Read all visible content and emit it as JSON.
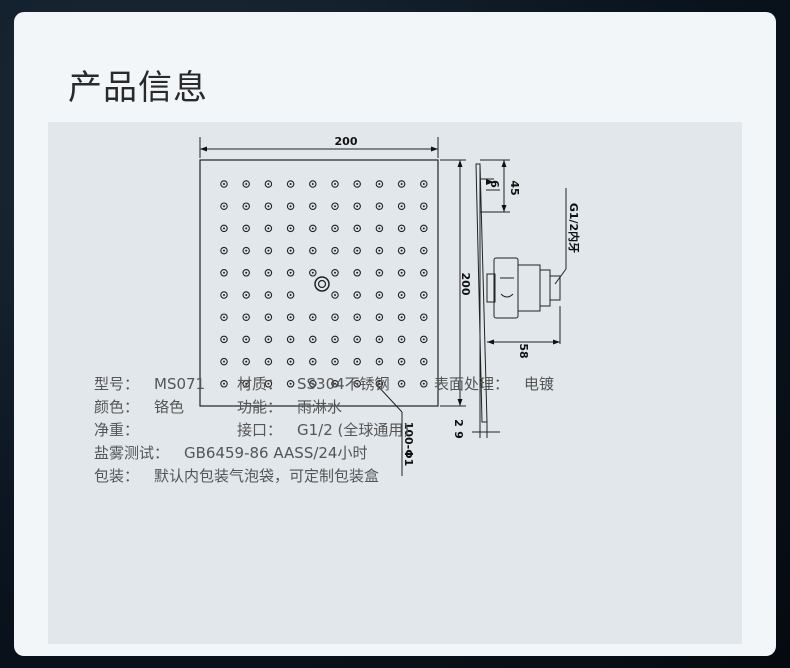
{
  "title": "产品信息",
  "drawing": {
    "width_dim": "200",
    "height_dim": "200",
    "top_thickness": "45",
    "top_gap": "6",
    "thread_label": "G1/2内牙",
    "side_depth": "58",
    "bottom_2": "2",
    "bottom_9": "9",
    "holes_label": "100-Φ1"
  },
  "specs": {
    "model_label": "型号：",
    "model_value": "MS071",
    "material_label": "材质：",
    "material_value": "SS304不锈钢",
    "surface_label": "表面处理：",
    "surface_value": "电镀",
    "color_label": "颜色：",
    "color_value": "铬色",
    "function_label": "功能：",
    "function_value": "雨淋水",
    "weight_label": "净重：",
    "weight_value": "",
    "interface_label": "接口：",
    "interface_value": "G1/2 (全球通用)",
    "salt_spray_label": "盐雾测试：",
    "salt_spray_value": "GB6459-86 AASS/24小时",
    "packing_label": "包装：",
    "packing_value": "默认内包装气泡袋，可定制包装盒"
  }
}
